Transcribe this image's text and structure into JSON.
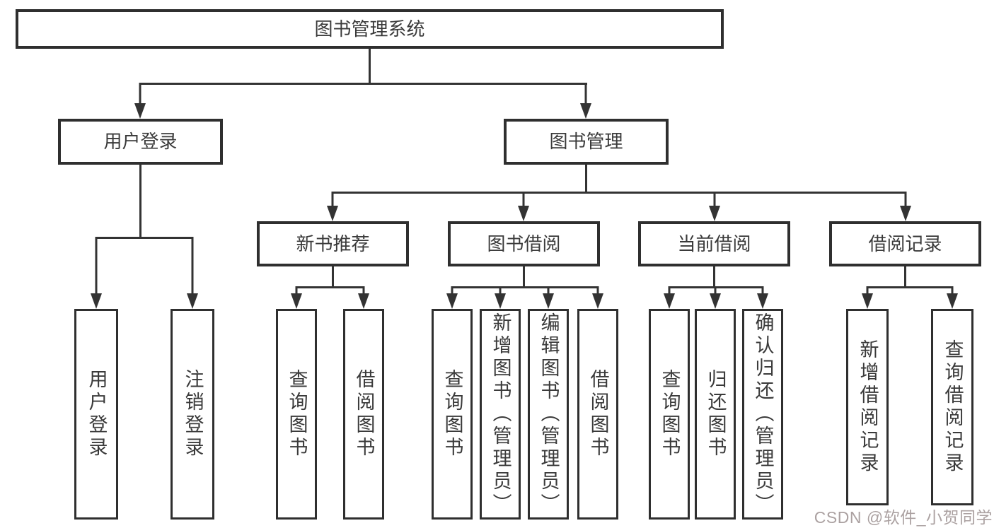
{
  "root": {
    "label": "图书管理系统"
  },
  "level2": {
    "user_login": {
      "label": "用户登录"
    },
    "book_mgmt": {
      "label": "图书管理"
    }
  },
  "level3": {
    "new_book_rec": {
      "label": "新书推荐"
    },
    "book_borrow": {
      "label": "图书借阅"
    },
    "current_borrow": {
      "label": "当前借阅"
    },
    "borrow_record": {
      "label": "借阅记录"
    }
  },
  "level4": {
    "user_login": [
      {
        "label": "用户登录"
      },
      {
        "label": "注销登录"
      }
    ],
    "new_book_rec": [
      {
        "label": "查询图书"
      },
      {
        "label": "借阅图书"
      }
    ],
    "book_borrow": [
      {
        "label": "查询图书"
      },
      {
        "label": "新增图书（管理员）"
      },
      {
        "label": "编辑图书（管理员）"
      },
      {
        "label": "借阅图书"
      }
    ],
    "current_borrow": [
      {
        "label": "查询图书"
      },
      {
        "label": "归还图书"
      },
      {
        "label": "确认归还（管理员）"
      }
    ],
    "borrow_record": [
      {
        "label": "新增借阅记录"
      },
      {
        "label": "查询借阅记录"
      }
    ]
  },
  "watermark": {
    "text": "CSDN @软件_小贺同学"
  },
  "colors": {
    "line": "#333333",
    "box_border": "#2f2f2f",
    "text": "#3a3a3a",
    "watermark": "#aba1a1",
    "background": "#ffffff"
  }
}
